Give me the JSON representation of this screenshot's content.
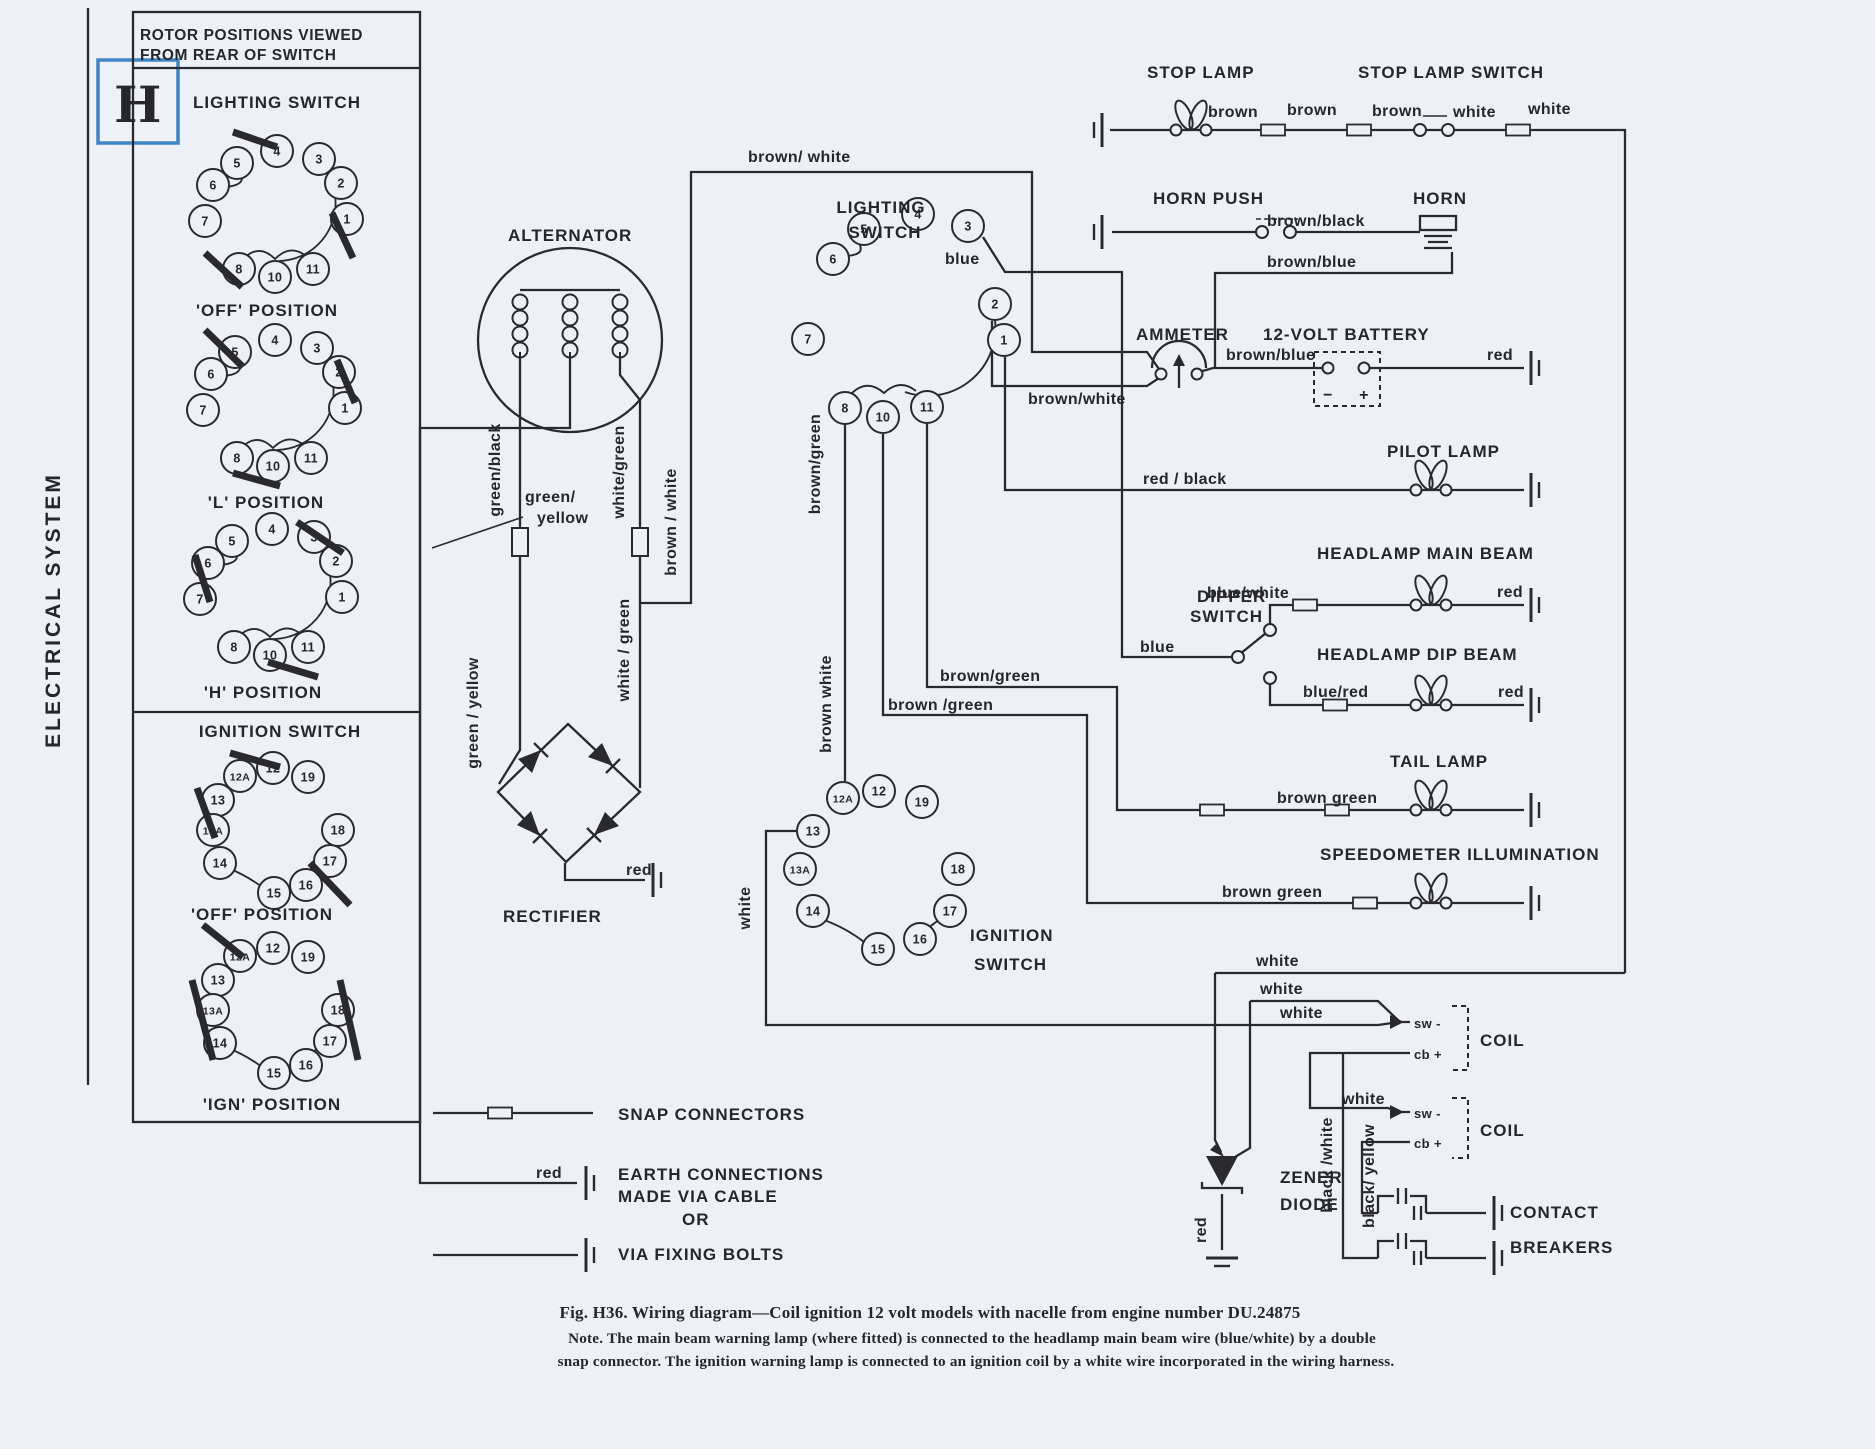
{
  "sidebar": {
    "tab": "H",
    "title": "ELECTRICAL SYSTEM"
  },
  "rotor_panel": {
    "header1": "ROTOR POSITIONS VIEWED",
    "header2": "FROM REAR OF SWITCH",
    "lighting_title": "LIGHTING SWITCH",
    "ignition_title": "IGNITION SWITCH",
    "lighting_numbers": [
      "4",
      "5",
      "3",
      "6",
      "2",
      "7",
      "1",
      "8",
      "10",
      "11"
    ],
    "ignition_numbers": [
      "12A",
      "12",
      "19",
      "13",
      "13A",
      "14",
      "15",
      "16",
      "17",
      "18"
    ],
    "position_labels": {
      "off1": "'OFF' POSITION",
      "l": "'L' POSITION",
      "h": "'H' POSITION",
      "off2": "'OFF' POSITION",
      "ign": "'IGN' POSITION"
    }
  },
  "diagram": {
    "labels": {
      "brown_white_top": "brown/ white",
      "lighting_title1": "LIGHTING",
      "lighting_title2": "SWITCH",
      "blue_a": "blue",
      "blue_b": "blue",
      "alternator": "ALTERNATOR",
      "green_black": "green/black",
      "green_yellow_1": "green/",
      "green_yellow_2": "yellow",
      "green_yellow_rot": "green / yellow",
      "white_green_a": "white/green",
      "white_green_b": "white / green",
      "brown_white_rot": "brown / white",
      "red_rect": "red",
      "rectifier": "RECTIFIER",
      "brown_green_rot": "brown/green",
      "brown_white_rot2": "brown white",
      "brown_green_a": "brown/green",
      "brown_green_b": "brown /green",
      "ignition_title1": "IGNITION",
      "ignition_title2": "SWITCH",
      "white_rot": "white",
      "stop_lamp": "STOP LAMP",
      "stop_lamp_switch": "STOP LAMP SWITCH",
      "brown_1": "brown",
      "brown_2": "brown",
      "brown_3": "brown",
      "white_s1": "white",
      "white_s2": "white",
      "horn_push": "HORN PUSH",
      "horn": "HORN",
      "brown_black": "brown/black",
      "brown_blue_horn": "brown/blue",
      "ammeter": "AMMETER",
      "battery": "12-VOLT  BATTERY",
      "brown_white_am": "brown/white",
      "brown_blue_bat": "brown/blue",
      "red_bat": "red",
      "bat_minus": "−",
      "bat_plus": "+",
      "pilot": "PILOT LAMP",
      "red_black": "red / black",
      "headlamp_main": "HEADLAMP MAIN BEAM",
      "blue_white": "blue/white",
      "red_main": "red",
      "dipper1": "DIPPER",
      "dipper2": "SWITCH",
      "headlamp_dip": "HEADLAMP DIP BEAM",
      "blue_red": "blue/red",
      "red_dip": "red",
      "tail": "TAIL LAMP",
      "brown_green_tail": "brown green",
      "speedo": "SPEEDOMETER ILLUMINATION",
      "brown_green_speedo": "brown green",
      "white_1": "white",
      "white_2": "white",
      "white_3": "white",
      "white_4": "white",
      "coil_1": "COIL",
      "coil_2": "COIL",
      "sw1": "sw -",
      "cb1": "cb +",
      "sw2": "sw -",
      "cb2": "cb +",
      "zener1": "ZENER",
      "zener2": "DIODE",
      "red_zener": "red",
      "black_white": "black /white",
      "black_yellow": "black/ yellow",
      "contact1": "CONTACT",
      "contact2": "BREAKERS",
      "legend_snap": "SNAP CONNECTORS",
      "legend_earth1": "EARTH CONNECTIONS",
      "legend_earth2": "MADE VIA CABLE",
      "legend_earth3": "OR",
      "legend_red": "red",
      "legend_bolts": "VIA FIXING BOLTS"
    }
  },
  "caption": {
    "line1": "Fig. H36.   Wiring diagram—Coil ignition 12 volt models with nacelle from engine number DU.24875",
    "line2": "Note.  The main beam warning lamp (where fitted) is connected to the headlamp main beam wire (blue/white) by a double",
    "line3": "snap connector.  The ignition warning lamp is connected to an ignition coil by a white wire incorporated in the wiring harness."
  }
}
